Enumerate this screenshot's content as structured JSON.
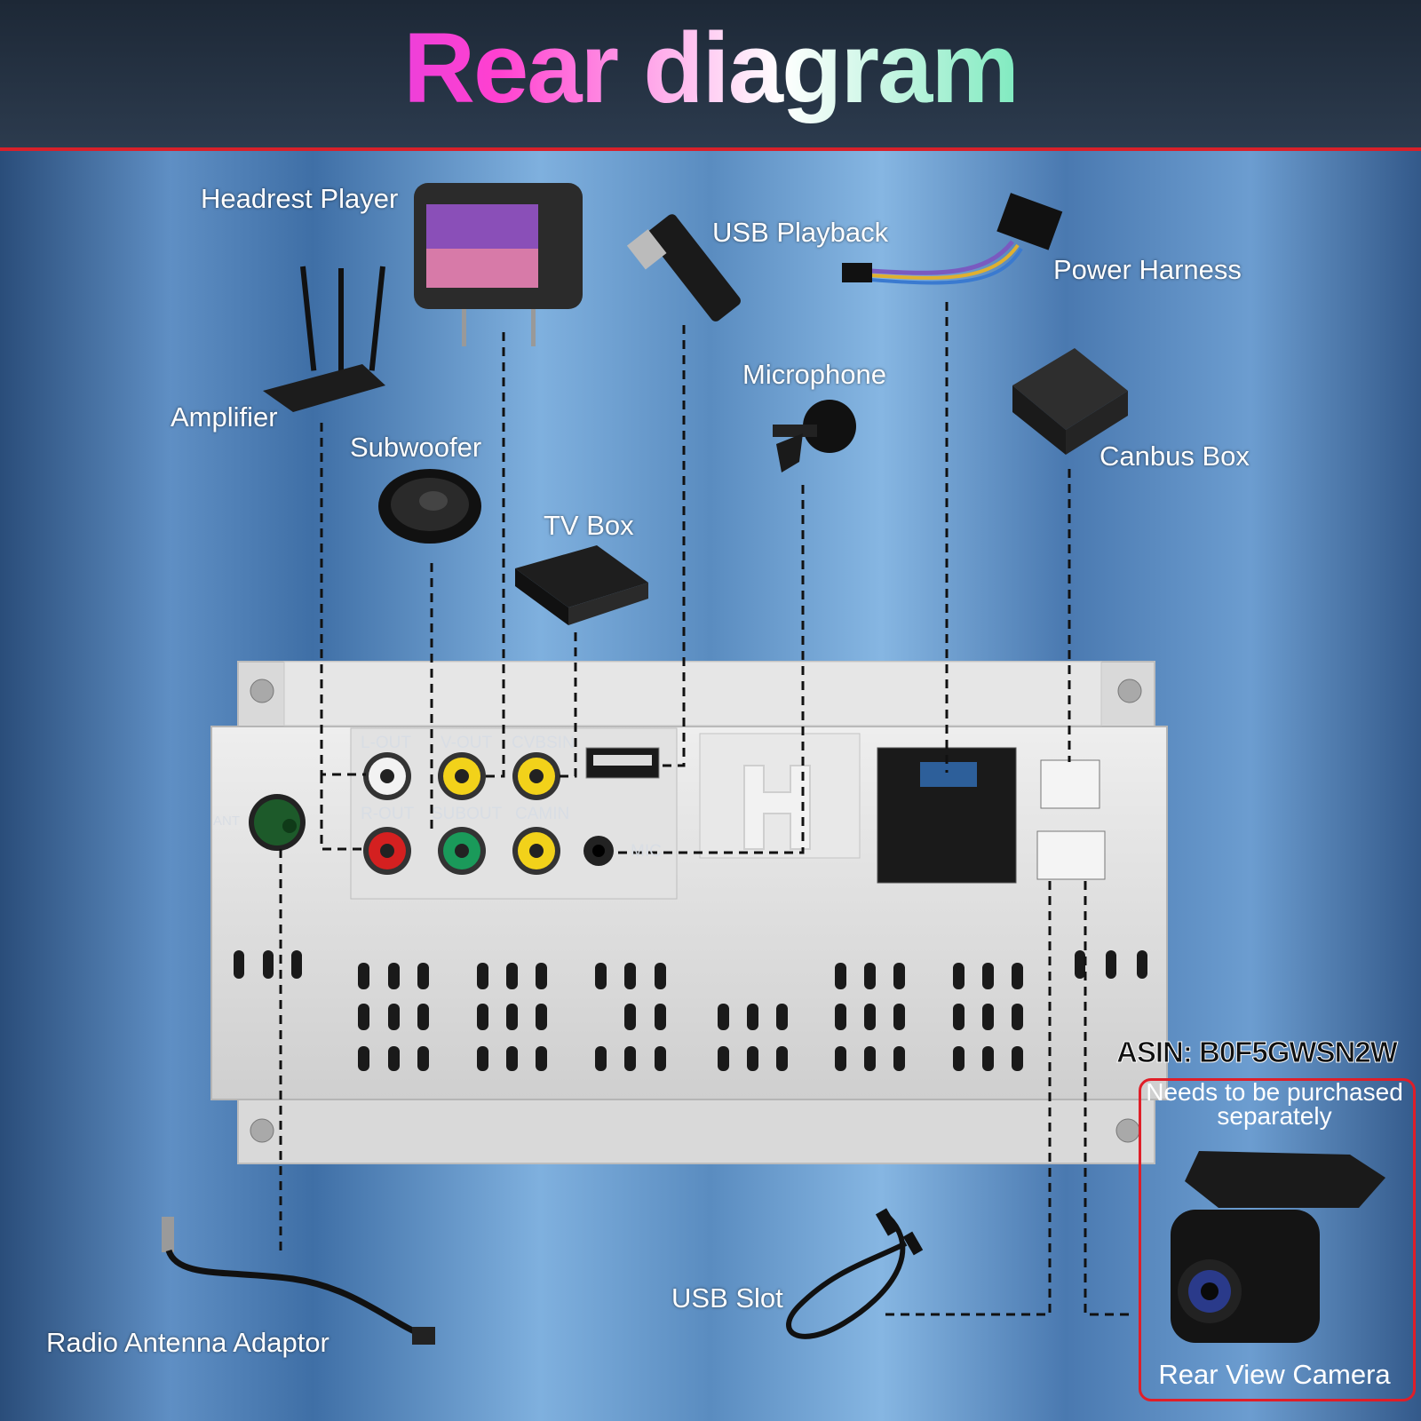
{
  "title": "Rear diagram",
  "labels": {
    "headrest_player": "Headrest Player",
    "usb_playback": "USB Playback",
    "power_harness": "Power Harness",
    "amplifier": "Amplifier",
    "subwoofer": "Subwoofer",
    "microphone": "Microphone",
    "canbus_box": "Canbus Box",
    "tv_box": "TV Box",
    "usb_slot": "USB Slot",
    "radio_antenna_adaptor": "Radio Antenna Adaptor",
    "rear_view_camera": "Rear View Camera"
  },
  "ports": {
    "l_out": "L-OUT",
    "v_out": "V-OUT",
    "cvbs_in": "CVBSIN",
    "r_out": "R-OUT",
    "sub_out": "SUBOUT",
    "cam_in": "CAMIN",
    "mic": "MIC",
    "ant": "ANT"
  },
  "asin": "ASIN: B0F5GWSN2W",
  "note": "Needs to be purchased separately",
  "colors": {
    "accent_red": "#e01e28",
    "rca_white": "#f2f2f2",
    "rca_yellow": "#f2d21a",
    "rca_red": "#d42020",
    "rca_green": "#1a9a5a",
    "ant_green": "#1d5a2a"
  }
}
